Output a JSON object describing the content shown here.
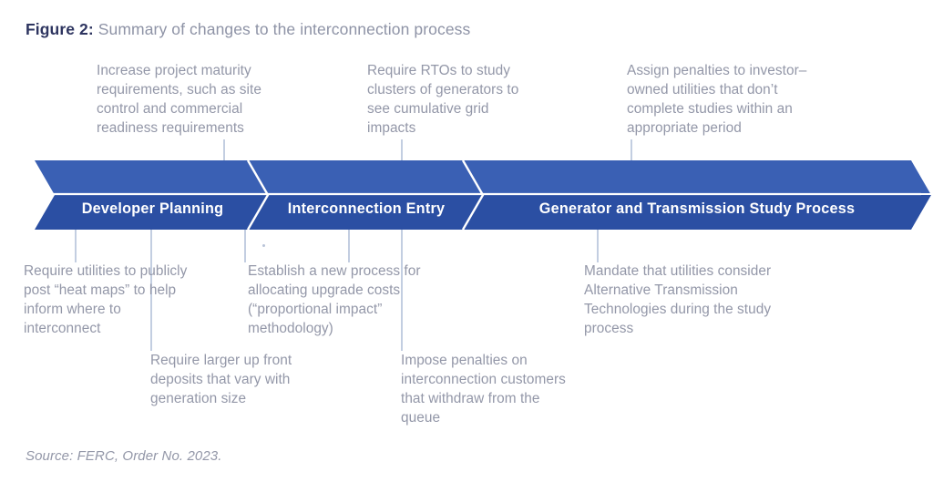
{
  "figure": {
    "label": "Figure 2:",
    "caption": " Summary of changes to the interconnection process",
    "source": "Source: FERC, Order No. 2023."
  },
  "colors": {
    "banner_top": "#3a60b4",
    "banner_bottom": "#2b4fa3",
    "banner_edge": "#ffffff",
    "title_label": "#2e3560",
    "title_caption": "#8e93a6",
    "annotation_text": "#9397a8",
    "connector": "#c3cee1",
    "stage_label": "#ffffff"
  },
  "stages": [
    {
      "id": "developer-planning",
      "label": "Developer Planning"
    },
    {
      "id": "interconnection-entry",
      "label": "Interconnection Entry"
    },
    {
      "id": "generator-and-transmission-study-process",
      "label": "Generator and Transmission Study Process"
    }
  ],
  "annotations": {
    "above": [
      {
        "id": "increase-project-maturity",
        "stage": "developer-planning",
        "text": "Increase project maturity\nrequirements, such as site\ncontrol and commercial\nreadiness requirements"
      },
      {
        "id": "require-rtos-study-clusters",
        "stage": "interconnection-entry",
        "text": "Require RTOs to study\nclusters of generators to\nsee cumulative grid\nimpacts"
      },
      {
        "id": "assign-penalties-investor-owned",
        "stage": "generator-and-transmission-study-process",
        "text": "Assign penalties to investor–\nowned utilities that don’t\ncomplete studies within an\nappropriate period"
      }
    ],
    "below": [
      {
        "id": "require-utilities-heat-maps",
        "stage": "developer-planning",
        "text": "Require utilities to publicly\npost “heat maps” to help\ninform where to\ninterconnect"
      },
      {
        "id": "establish-new-process-upgrade-costs",
        "stage": "interconnection-entry",
        "text": "Establish a new process for\nallocating upgrade costs\n(“proportional impact”\nmethodology)"
      },
      {
        "id": "mandate-alternative-transmission-technologies",
        "stage": "generator-and-transmission-study-process",
        "text": "Mandate that utilities consider\nAlternative Transmission\nTechnologies during the study\nprocess"
      },
      {
        "id": "require-larger-up-front-deposits",
        "stage": "developer-planning",
        "text": "Require larger up front\ndeposits that vary with\ngeneration size"
      },
      {
        "id": "impose-penalties-withdrawal",
        "stage": "interconnection-entry",
        "text": "Impose penalties on\ninterconnection customers\nthat withdraw from the\nqueue"
      }
    ]
  }
}
